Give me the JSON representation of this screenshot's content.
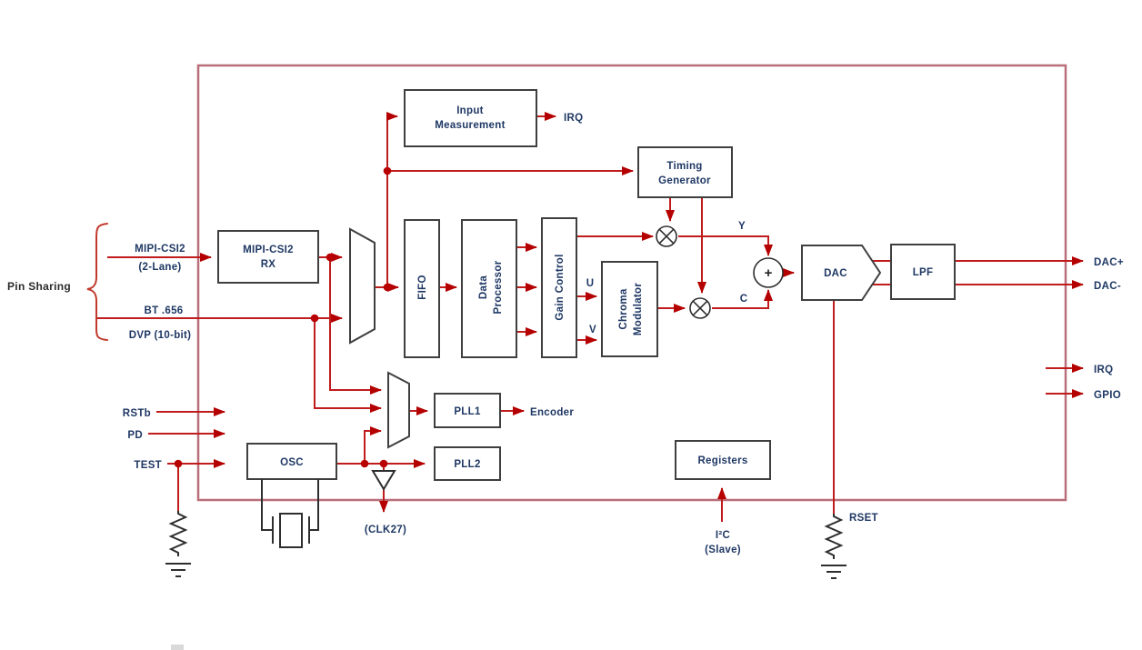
{
  "diagram": {
    "inputs": {
      "pin_sharing": "Pin Sharing",
      "mipi_line1": "MIPI-CSI2",
      "mipi_line2": "(2-Lane)",
      "bt656": "BT .656",
      "dvp": "DVP (10-bit)",
      "rstb": "RSTb",
      "pd": "PD",
      "test": "TEST"
    },
    "blocks": {
      "mipi_rx": [
        "MIPI-CSI2",
        "RX"
      ],
      "input_measurement": [
        "Input",
        "Measurement"
      ],
      "timing_generator": [
        "Timing",
        "Generator"
      ],
      "fifo": "FIFO",
      "data_processor": [
        "Data",
        "Processor"
      ],
      "gain_control": "Gain Control",
      "chroma_modulator": [
        "Chroma",
        "Modulator"
      ],
      "dac": "DAC",
      "lpf": "LPF",
      "osc": "OSC",
      "pll1": "PLL1",
      "pll2": "PLL2",
      "registers": "Registers"
    },
    "signals": {
      "irq_measurement": "IRQ",
      "y": "Y",
      "u": "U",
      "v": "V",
      "c": "C",
      "plus": "+",
      "encoder": "Encoder",
      "clk27": "(CLK27)"
    },
    "outputs": {
      "dac_plus": "DAC+",
      "dac_minus": "DAC-",
      "irq": "IRQ",
      "gpio": "GPIO"
    },
    "bottom": {
      "i2c": "I²C",
      "i2c_slave": "(Slave)",
      "rset": "RSET"
    },
    "colors": {
      "signal_line": "#c01c1c",
      "arrowhead": "#b40000",
      "chip_border": "#b96e79",
      "block_border": "#3f3f3f",
      "label_text": "#1f3864",
      "dark_text": "#2b2b2b"
    }
  }
}
